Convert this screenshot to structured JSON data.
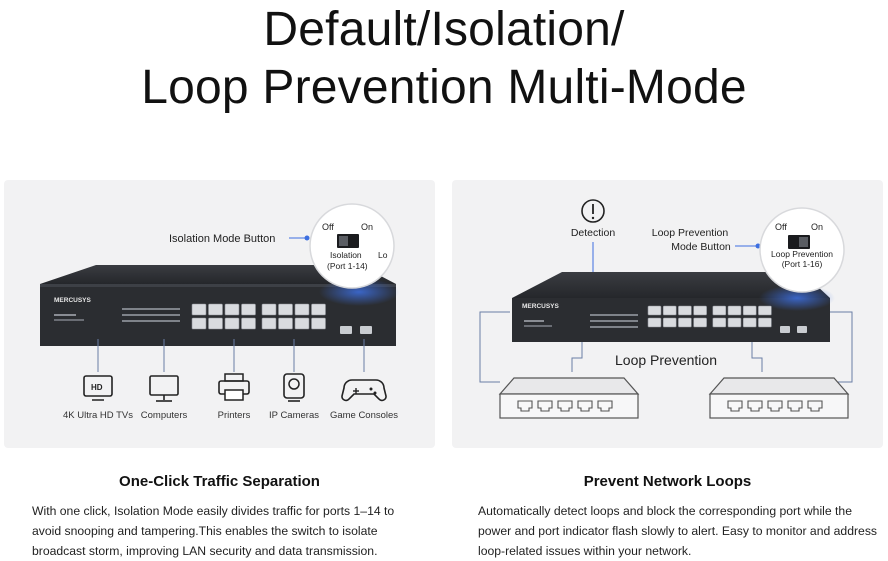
{
  "header": {
    "line1": "Default/Isolation/",
    "line2": "Loop Prevention Multi-Mode"
  },
  "left_panel": {
    "button_label": "Isolation Mode Button",
    "switch_off": "Off",
    "switch_on": "On",
    "mode_label": "Isolation",
    "mode_ports": "(Port 1-14)",
    "mode_clip": "Lo",
    "brand": "MERCUSYS",
    "devices": [
      {
        "icon": "tv-icon",
        "label": "4K Ultra HD TVs",
        "badge": "HD"
      },
      {
        "icon": "computer-icon",
        "label": "Computers"
      },
      {
        "icon": "printer-icon",
        "label": "Printers"
      },
      {
        "icon": "camera-icon",
        "label": "IP Cameras"
      },
      {
        "icon": "gamepad-icon",
        "label": "Game Consoles"
      }
    ]
  },
  "right_panel": {
    "detection_label": "Detection",
    "button_label_1": "Loop Prevention",
    "button_label_2": "Mode Button",
    "switch_off": "Off",
    "switch_on": "On",
    "mode_label": "Loop Prevention",
    "mode_ports": "(Port 1-16)",
    "brand": "MERCUSYS",
    "loop_label": "Loop Prevention"
  },
  "sections": {
    "left_title": "One-Click Traffic Separation",
    "left_desc": "With one click, Isolation Mode easily divides traffic for ports 1–14 to avoid snooping and tampering.This enables the switch to isolate broadcast storm, improving LAN security and data transmission.",
    "right_title": "Prevent Network Loops",
    "right_desc": "Automatically detect loops and block the corresponding port while the power and port indicator flash slowly to alert. Easy to monitor and address loop-related issues within your network."
  },
  "colors": {
    "panel_bg": "#f2f2f3",
    "switch_body": "#2b2d31",
    "accent_blue": "#3d6fe0",
    "line": "#6b7fa6"
  }
}
